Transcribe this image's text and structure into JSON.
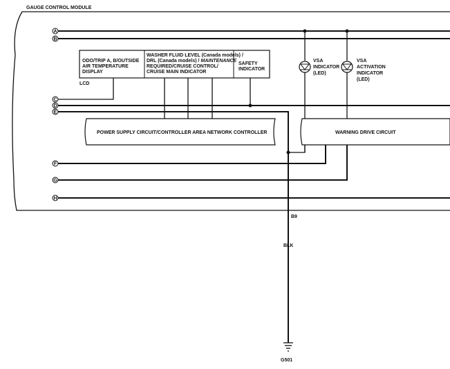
{
  "module": {
    "title": "GAUGE CONTROL MODULE"
  },
  "connectors": [
    "A",
    "B",
    "C",
    "D",
    "E",
    "F",
    "G",
    "H"
  ],
  "lcd": {
    "label": "LCD",
    "cell1": [
      "ODO/TRIP A, B/OUTSIDE",
      "AIR TEMPERATURE",
      "DISPLAY"
    ],
    "cell2_line1": "WASHER FLUID LEVEL (Canada models) /",
    "cell2_line2a": "DRL (Canada models) /",
    "cell2_line2b": "MAINTENANCE",
    "cell2_line3": "REQUIRED/CRUISE CONTROL/",
    "cell2_line4": "CRUISE MAIN INDICATOR",
    "cell3": [
      "SAFETY",
      "INDICATOR"
    ]
  },
  "vsa_indicator": [
    "VSA",
    "INDICATOR",
    "(LED)"
  ],
  "vsa_activation": [
    "VSA",
    "ACTIVATION",
    "INDICATOR",
    "(LED)"
  ],
  "power_supply": "POWER SUPPLY CIRCUIT/CONTROLLER AREA NETWORK CONTROLLER",
  "warning_drive": "WARNING DRIVE CIRCUIT",
  "ground": {
    "pin": "B9",
    "wire_color": "BLK",
    "ground_point": "G501"
  }
}
